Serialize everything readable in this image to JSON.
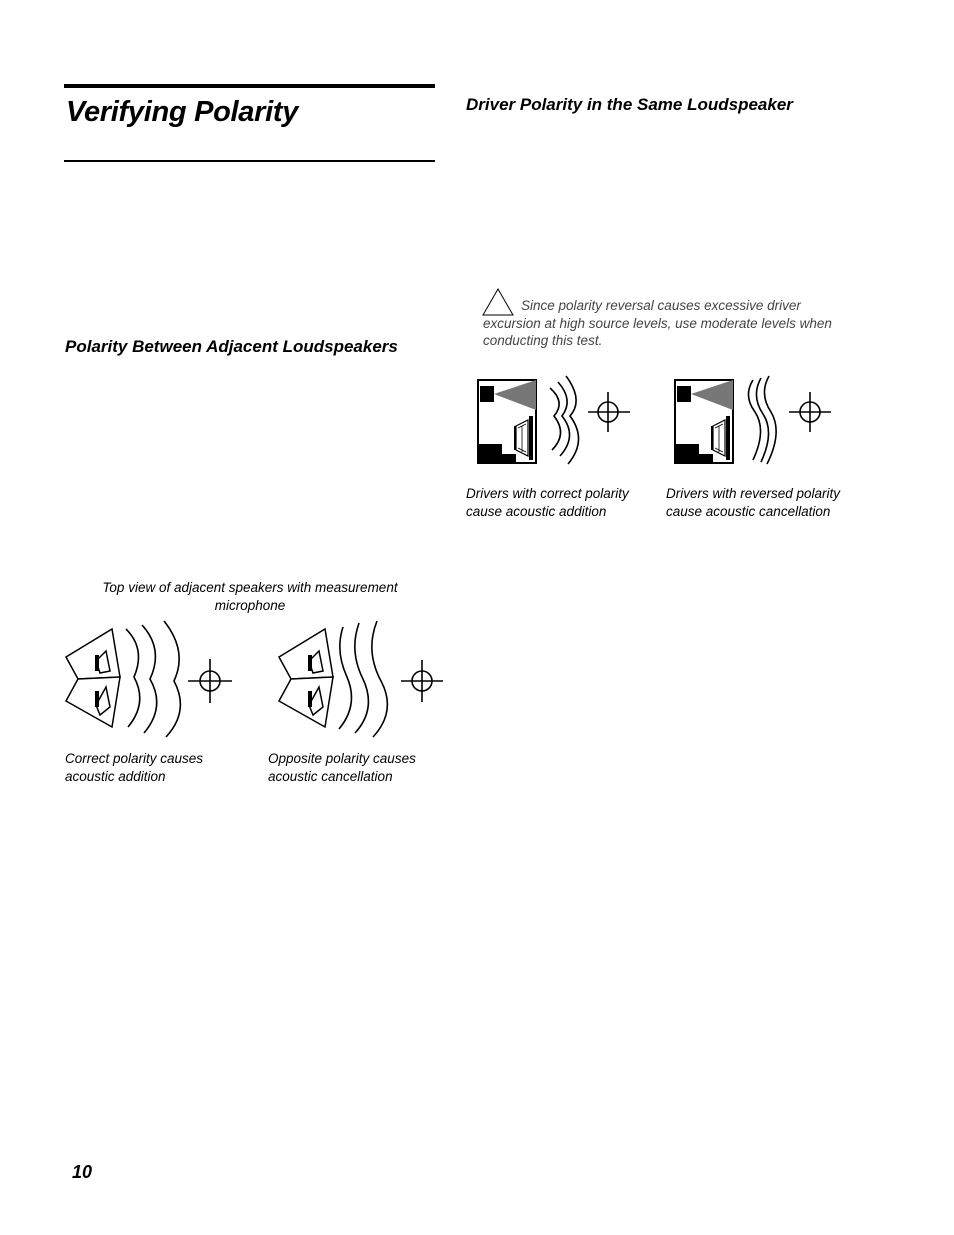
{
  "page": {
    "title": "Verifying Polarity",
    "page_number": "10"
  },
  "left": {
    "heading": "Polarity Between Adjacent Loudspeakers",
    "figure_caption": "Top view of adjacent speakers with measurement microphone",
    "caption_correct": "Correct polarity causes acoustic addition",
    "caption_opposite": "Opposite polarity causes acoustic cancellation"
  },
  "right": {
    "heading": "Driver Polarity in the Same Loudspeaker",
    "note": "Since polarity reversal causes excessive driver excursion at high source levels, use moderate levels when conducting this test.",
    "caption_correct": "Drivers with correct polarity cause acoustic addition",
    "caption_reversed": "Drivers with reversed polarity cause acoustic cancellation"
  },
  "icons": {
    "warning": "warning-triangle-icon",
    "microphone": "crosshair-microphone-icon"
  }
}
